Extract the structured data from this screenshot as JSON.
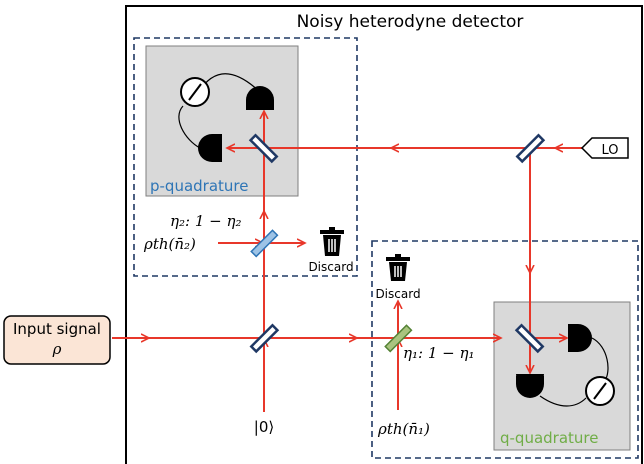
{
  "title": "Noisy heterodyne detector",
  "labels": {
    "input_line1": "Input signal",
    "input_line2": "ρ",
    "lo": "LO",
    "p_quadrature": "p-quadrature",
    "q_quadrature": "q-quadrature",
    "discard_top": "Discard",
    "discard_bottom": "Discard",
    "eta2": "η₂: 1 − η₂",
    "eta1": "η₁: 1 − η₁",
    "rho_th2": "ρth(n̄₂)",
    "rho_th1": "ρth(n̄₁)",
    "vacuum": "|0⟩"
  },
  "colors": {
    "beam": "#e8372a",
    "splitter_dark": "#1f3864",
    "splitter_blue": "#9dc3e6",
    "splitter_green": "#a9c47f",
    "dashed_box": "#1f3864",
    "panel_gray": "#d9d9d9",
    "p_label": "#2e75b6",
    "q_label": "#70ad47",
    "input_fill": "#fbe5d6"
  },
  "icons": [
    "photodetector-icon",
    "meter-icon",
    "trash-bin-icon",
    "beam-splitter-icon"
  ]
}
